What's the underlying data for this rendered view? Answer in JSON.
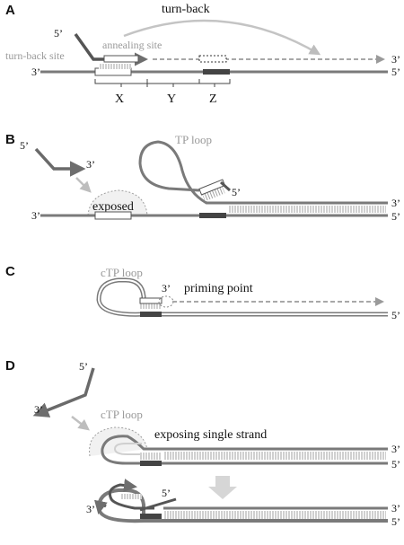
{
  "panels": {
    "a": {
      "letter": "A",
      "turn_back": "turn-back",
      "turn_back_site": "turn-back site",
      "annealing_site": "annealing site",
      "five_prime": "5’",
      "three_prime_top": "3’",
      "three_prime_left": "3’",
      "five_prime_right": "5’",
      "x": "X",
      "y": "Y",
      "z": "Z"
    },
    "b": {
      "letter": "B",
      "primer_five": "5’",
      "primer_three": "3’",
      "exposed": "exposed",
      "tp_loop": "TP loop",
      "loop_five": "5’",
      "three_prime_left": "3’",
      "three_prime_right": "3’",
      "five_prime_right": "5’"
    },
    "c": {
      "letter": "C",
      "ctp_loop": "cTP loop",
      "three_prime": "3’",
      "priming_point": "priming point",
      "five_prime_right": "5’"
    },
    "d": {
      "letter": "D",
      "strand_five": "5’",
      "strand_three": "3’",
      "ctp_loop": "cTP loop",
      "exposing": "exposing single strand",
      "upper_three": "3’",
      "upper_five": "5’",
      "lower_three_left": "3’",
      "lower_five_mid": "5’",
      "lower_three": "3’",
      "lower_five": "5’"
    }
  }
}
